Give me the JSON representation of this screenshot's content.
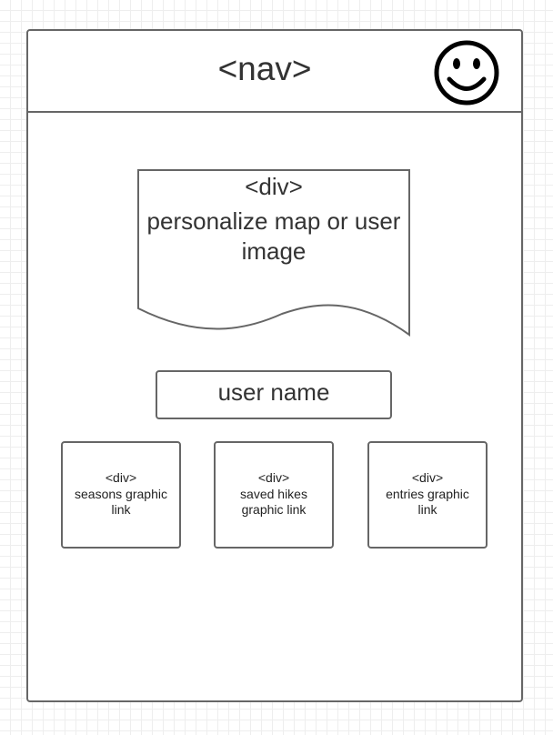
{
  "nav": {
    "label": "<nav>",
    "icon": "smiley-face-icon"
  },
  "hero": {
    "tag": "<div>",
    "text": "personalize map or user image"
  },
  "user": {
    "name": "user name"
  },
  "cards": [
    {
      "tag": "<div>",
      "text": "seasons graphic link"
    },
    {
      "tag": "<div>",
      "text": "saved hikes graphic link"
    },
    {
      "tag": "<div>",
      "text": "entries graphic link"
    }
  ],
  "colors": {
    "stroke": "#666666",
    "text": "#333333",
    "grid": "#eeeeee"
  }
}
